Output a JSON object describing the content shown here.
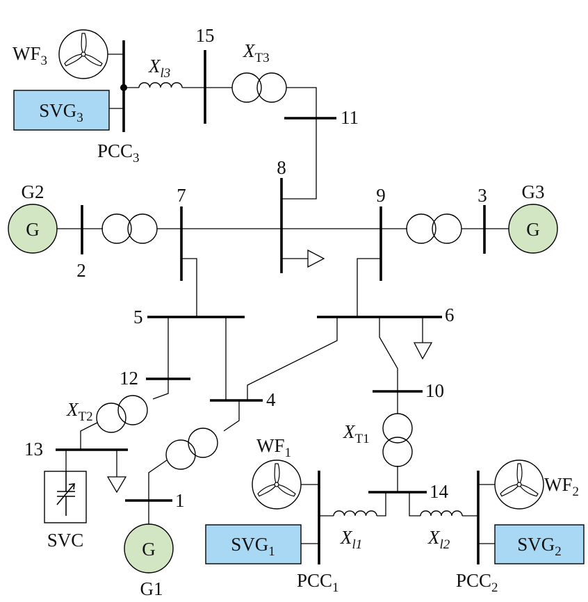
{
  "colors": {
    "generator_fill": "#d3e6c4",
    "svg_box_fill": "#a9d8f5",
    "line": "#000000"
  },
  "buses": {
    "b1": "1",
    "b2": "2",
    "b3": "3",
    "b4": "4",
    "b5": "5",
    "b6": "6",
    "b7": "7",
    "b8": "8",
    "b9": "9",
    "b10": "10",
    "b11": "11",
    "b12": "12",
    "b13": "13",
    "b14": "14",
    "b15": "15"
  },
  "generators": {
    "symbol": "G",
    "g1": "G1",
    "g2": "G2",
    "g3": "G3"
  },
  "wind_farms": {
    "wf1": {
      "base": "WF",
      "sub": "1"
    },
    "wf2": {
      "base": "WF",
      "sub": "2"
    },
    "wf3": {
      "base": "WF",
      "sub": "3"
    }
  },
  "svg_units": {
    "svg1": {
      "base": "SVG",
      "sub": "1"
    },
    "svg2": {
      "base": "SVG",
      "sub": "2"
    },
    "svg3": {
      "base": "SVG",
      "sub": "3"
    }
  },
  "pcc": {
    "pcc1": {
      "base": "PCC",
      "sub": "1"
    },
    "pcc2": {
      "base": "PCC",
      "sub": "2"
    },
    "pcc3": {
      "base": "PCC",
      "sub": "3"
    }
  },
  "transformers": {
    "xt1": {
      "base": "X",
      "sub": "T1"
    },
    "xt2": {
      "base": "X",
      "sub": "T2"
    },
    "xt3": {
      "base": "X",
      "sub": "T3"
    }
  },
  "line_reactances": {
    "xl1": {
      "base": "X",
      "sub": "l1"
    },
    "xl2": {
      "base": "X",
      "sub": "l2"
    },
    "xl3": {
      "base": "X",
      "sub": "l3"
    }
  },
  "svc": "SVC",
  "icons": [
    "wind-turbine-icon",
    "load-arrow-icon",
    "variable-capacitor-icon",
    "transformer-icon",
    "inductor-icon"
  ]
}
